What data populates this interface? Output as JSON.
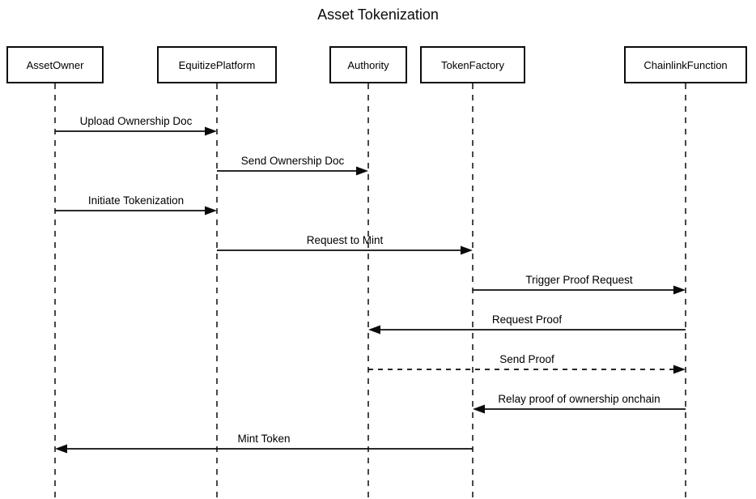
{
  "title": "Asset Tokenization",
  "participants": [
    {
      "id": "AssetOwner",
      "label": "AssetOwner"
    },
    {
      "id": "EquitizePlatform",
      "label": "EquitizePlatform"
    },
    {
      "id": "Authority",
      "label": "Authority"
    },
    {
      "id": "TokenFactory",
      "label": "TokenFactory"
    },
    {
      "id": "ChainlinkFunction",
      "label": "ChainlinkFunction"
    }
  ],
  "messages": [
    {
      "from": "AssetOwner",
      "to": "EquitizePlatform",
      "label": "Upload Ownership Doc",
      "line": "solid"
    },
    {
      "from": "EquitizePlatform",
      "to": "Authority",
      "label": "Send Ownership Doc",
      "line": "solid"
    },
    {
      "from": "AssetOwner",
      "to": "EquitizePlatform",
      "label": "Initiate Tokenization",
      "line": "solid"
    },
    {
      "from": "EquitizePlatform",
      "to": "TokenFactory",
      "label": "Request to Mint",
      "line": "solid"
    },
    {
      "from": "TokenFactory",
      "to": "ChainlinkFunction",
      "label": "Trigger Proof Request",
      "line": "solid"
    },
    {
      "from": "ChainlinkFunction",
      "to": "Authority",
      "label": "Request Proof",
      "line": "solid"
    },
    {
      "from": "Authority",
      "to": "ChainlinkFunction",
      "label": "Send Proof",
      "line": "dashed"
    },
    {
      "from": "ChainlinkFunction",
      "to": "TokenFactory",
      "label": "Relay proof of ownership onchain",
      "line": "solid"
    },
    {
      "from": "TokenFactory",
      "to": "AssetOwner",
      "label": "Mint Token",
      "line": "solid"
    }
  ],
  "colors": {
    "line": "#0b0b0b",
    "text": "#000000",
    "background": "#ffffff"
  }
}
